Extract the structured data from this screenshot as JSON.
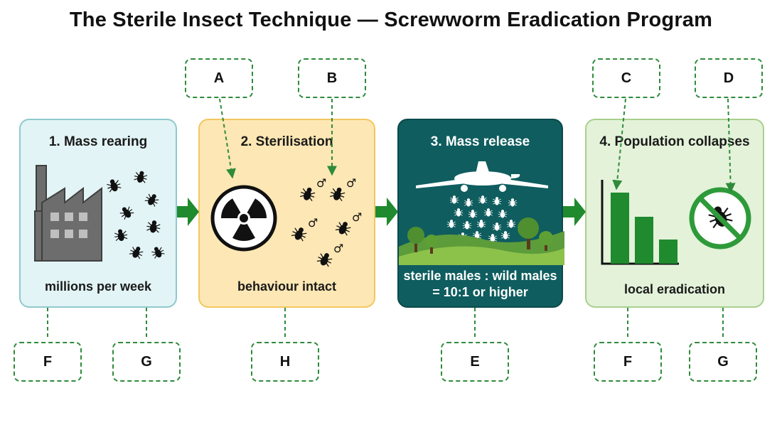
{
  "title": "The Sterile Insect Technique — Screwworm Eradication Program",
  "panels": [
    {
      "title": "1. Mass rearing",
      "caption": "millions per week"
    },
    {
      "title": "2. Sterilisation",
      "caption": "behaviour intact"
    },
    {
      "title": "3. Mass release",
      "caption_line1": "sterile males : wild males",
      "caption_line2": "= 10:1 or higher"
    },
    {
      "title": "4. Population collapses",
      "caption": "local eradication"
    }
  ],
  "labels_top": [
    "A",
    "B",
    "C",
    "D"
  ],
  "labels_bottom": [
    "F",
    "G",
    "H",
    "E",
    "F",
    "G"
  ],
  "male_symbol": "♂",
  "colors": {
    "arrow": "#1f8a2e",
    "leader": "#2e8b3a",
    "panel1": "#e2f4f5",
    "panel2": "#fde7b4",
    "panel3": "#0f5d5f",
    "panel4": "#e3f2d9",
    "bars": "#1f8a2e",
    "no_sign": "#2e9a3a"
  },
  "icons": [
    "factory-icon",
    "fly-icon",
    "radiation-icon",
    "airplane-icon",
    "tree-icon",
    "bar-chart-icon",
    "no-fly-icon",
    "arrow-right-icon"
  ]
}
